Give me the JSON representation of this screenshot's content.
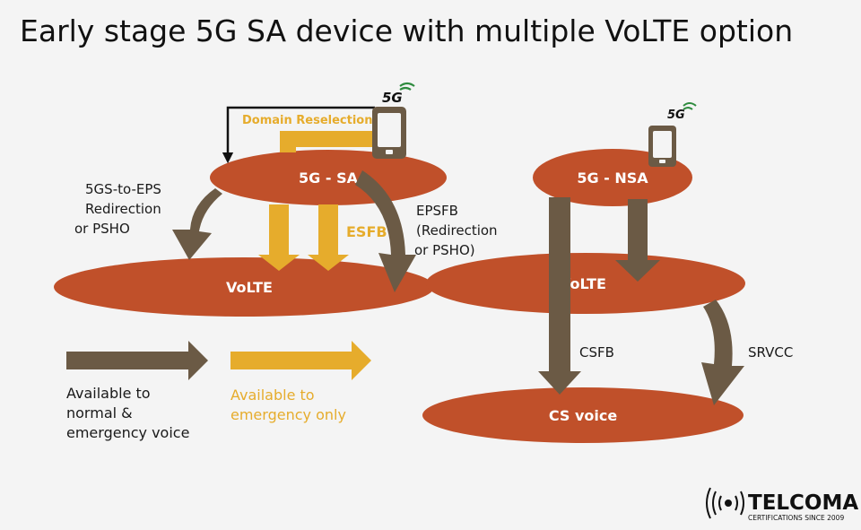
{
  "title": "Early stage 5G SA device with multiple VoLTE option",
  "nodes": {
    "sa": "5G - SA",
    "nsa": "5G - NSA",
    "volte_left": "VoLTE",
    "volte_right": "VoLTE",
    "cs_voice": "CS voice"
  },
  "edges": {
    "domain_reselection": "Domain Reselection",
    "esfb": "ESFB",
    "gs_eps_line1": "5GS-to-EPS",
    "gs_eps_line2": "Redirection",
    "gs_eps_line3": "or PSHO",
    "epsfb_line1": "EPSFB",
    "epsfb_line2": "(Redirection",
    "epsfb_line3": "or PSHO)",
    "csfb": "CSFB",
    "srvcc": "SRVCC"
  },
  "legend": {
    "normal_line1": "Available to",
    "normal_line2": "normal &",
    "normal_line3": "emergency voice",
    "emergency_line1": "Available to",
    "emergency_line2": "emergency only"
  },
  "badges": {
    "sa_phone": "5G",
    "nsa_phone": "5G"
  },
  "logo": {
    "name": "TELCOMA",
    "tagline": "CERTIFICATIONS SINCE 2009"
  },
  "colors": {
    "background": "#f4f4f4",
    "ellipse": "#c0502a",
    "brown_arrow": "#6b5a45",
    "gold_arrow": "#e6ac2c",
    "text": "#1a1a1a"
  }
}
